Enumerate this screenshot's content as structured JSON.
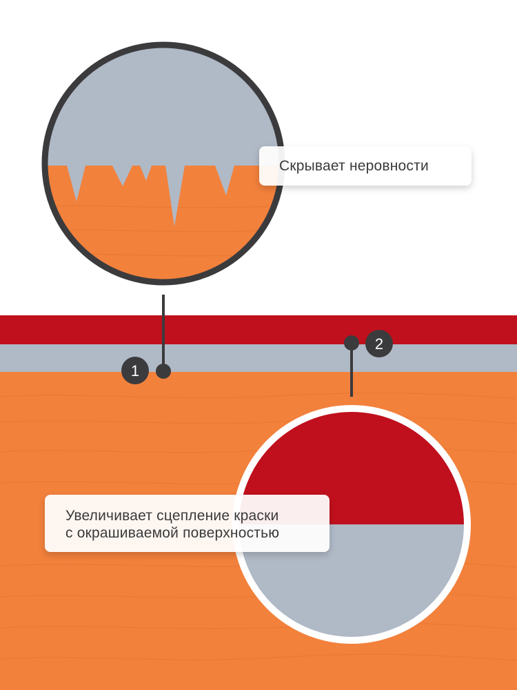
{
  "labels": {
    "callout_1": "Скрывает неровности",
    "callout_2_line_1": "Увеличивает сцепление краски",
    "callout_2_line_2": "с окрашиваемой поверхностью"
  },
  "markers": {
    "marker_1": "1",
    "marker_2": "2"
  },
  "colors": {
    "paint_red": "#C0101D",
    "primer_gray": "#B0B9C6",
    "wood_orange": "#F2813C",
    "marker_dark": "#3B3B3D",
    "lens_border_dark": "#3B3B3D",
    "lens_border_white": "#FFFFFF"
  }
}
